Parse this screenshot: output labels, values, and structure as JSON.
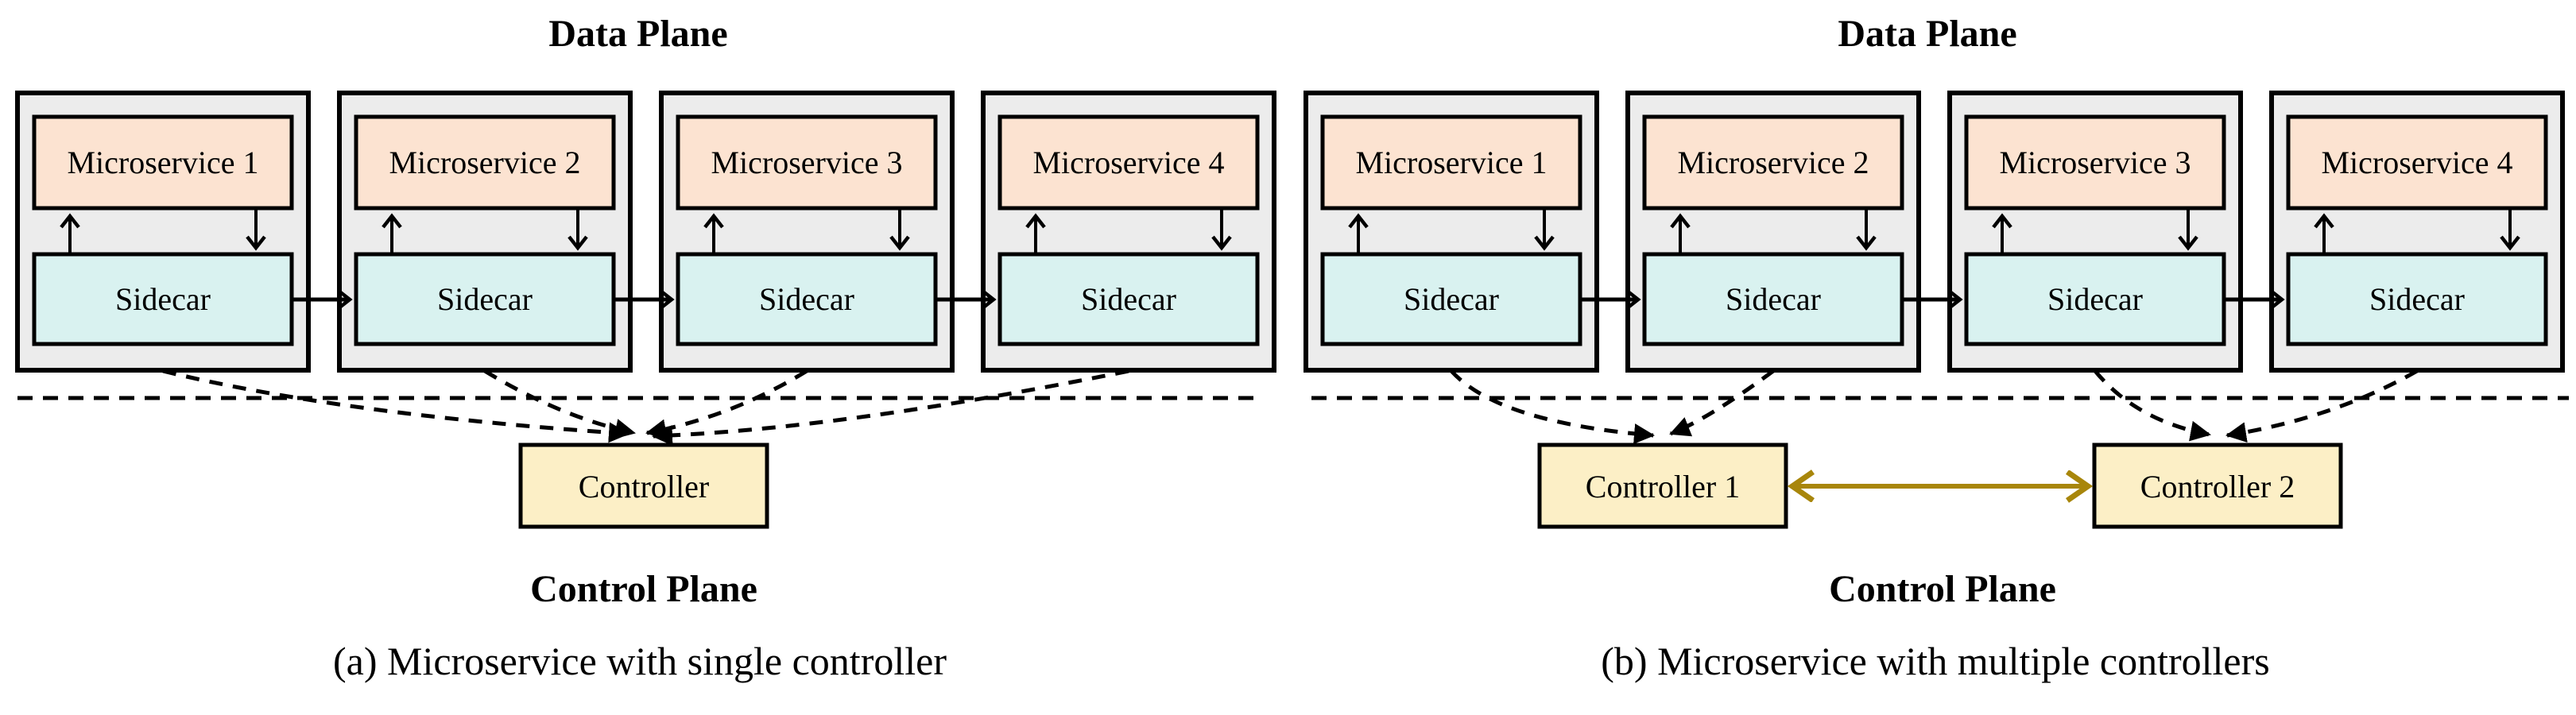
{
  "figure": {
    "type": "architecture-diagram",
    "panels": 2
  },
  "colors": {
    "group_fill": "#ececec",
    "microservice_fill": "#fce3d1",
    "sidecar_fill": "#d9f2f0",
    "controller_fill": "#fcefc6",
    "line": "#000000",
    "controller_link": "#a8860b"
  },
  "diagrams": [
    {
      "data_plane_label": "Data Plane",
      "control_plane_label": "Control Plane",
      "caption": "(a) Microservice with single controller",
      "microservices": [
        "Microservice 1",
        "Microservice 2",
        "Microservice 3",
        "Microservice 4"
      ],
      "sidecar_label": "Sidecar",
      "controllers": [
        "Controller"
      ]
    },
    {
      "data_plane_label": "Data Plane",
      "control_plane_label": "Control Plane",
      "caption": "(b) Microservice with multiple controllers",
      "microservices": [
        "Microservice 1",
        "Microservice 2",
        "Microservice 3",
        "Microservice 4"
      ],
      "sidecar_label": "Sidecar",
      "controllers": [
        "Controller 1",
        "Controller 2"
      ]
    }
  ]
}
